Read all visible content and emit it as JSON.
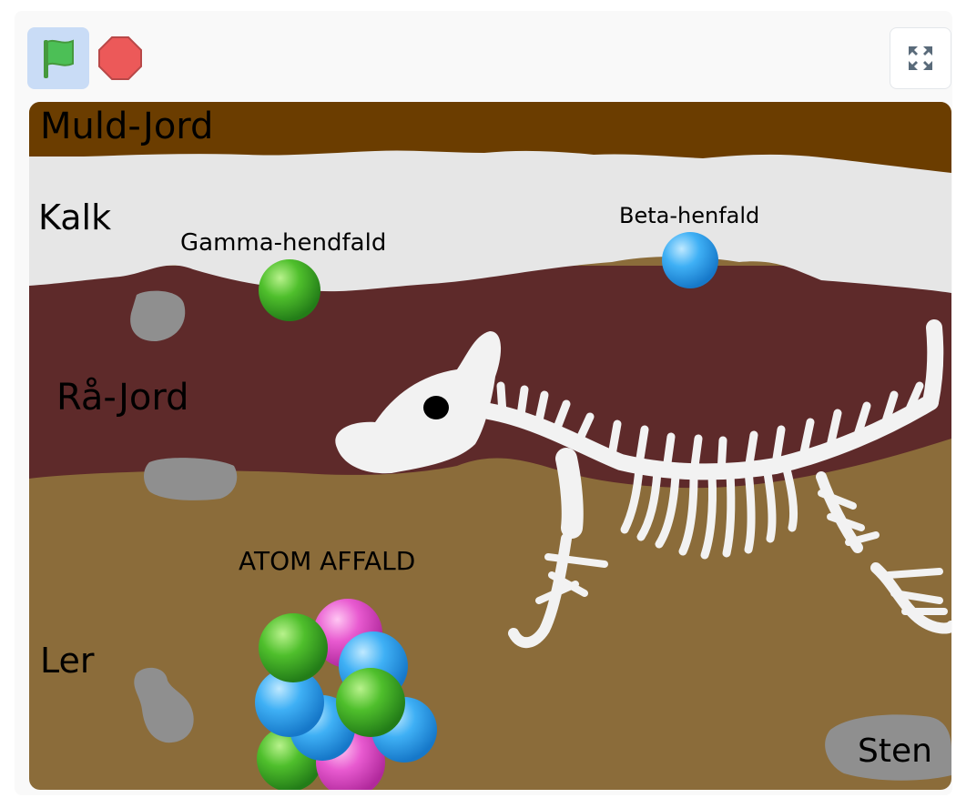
{
  "controls": {
    "green_flag_icon": "green-flag-icon",
    "stop_icon": "stop-sign-icon",
    "fullscreen_icon": "fullscreen-icon",
    "flag_color": "#4cbf56",
    "stop_color": "#ec5959",
    "flag_button_bg": "#c9dcf6"
  },
  "stage": {
    "layers": {
      "muld_jord": "Muld-Jord",
      "kalk": "Kalk",
      "raa_jord": "Rå-Jord",
      "ler": "Ler"
    },
    "labels": {
      "gamma": "Gamma-hendfald",
      "beta": "Beta-henfald",
      "atom_affald": "ATOM AFFALD",
      "sten": "Sten"
    },
    "colors": {
      "muld": "#6b3d00",
      "kalk": "#e6e6e6",
      "raa": "#5e2a2a",
      "ler": "#8b6c3a",
      "stone": "#8f8f8f",
      "bone": "#f2f2f2",
      "green_ball": "#3aa52a",
      "blue_ball": "#3aa8f0",
      "pink_ball": "#e355c7"
    }
  }
}
